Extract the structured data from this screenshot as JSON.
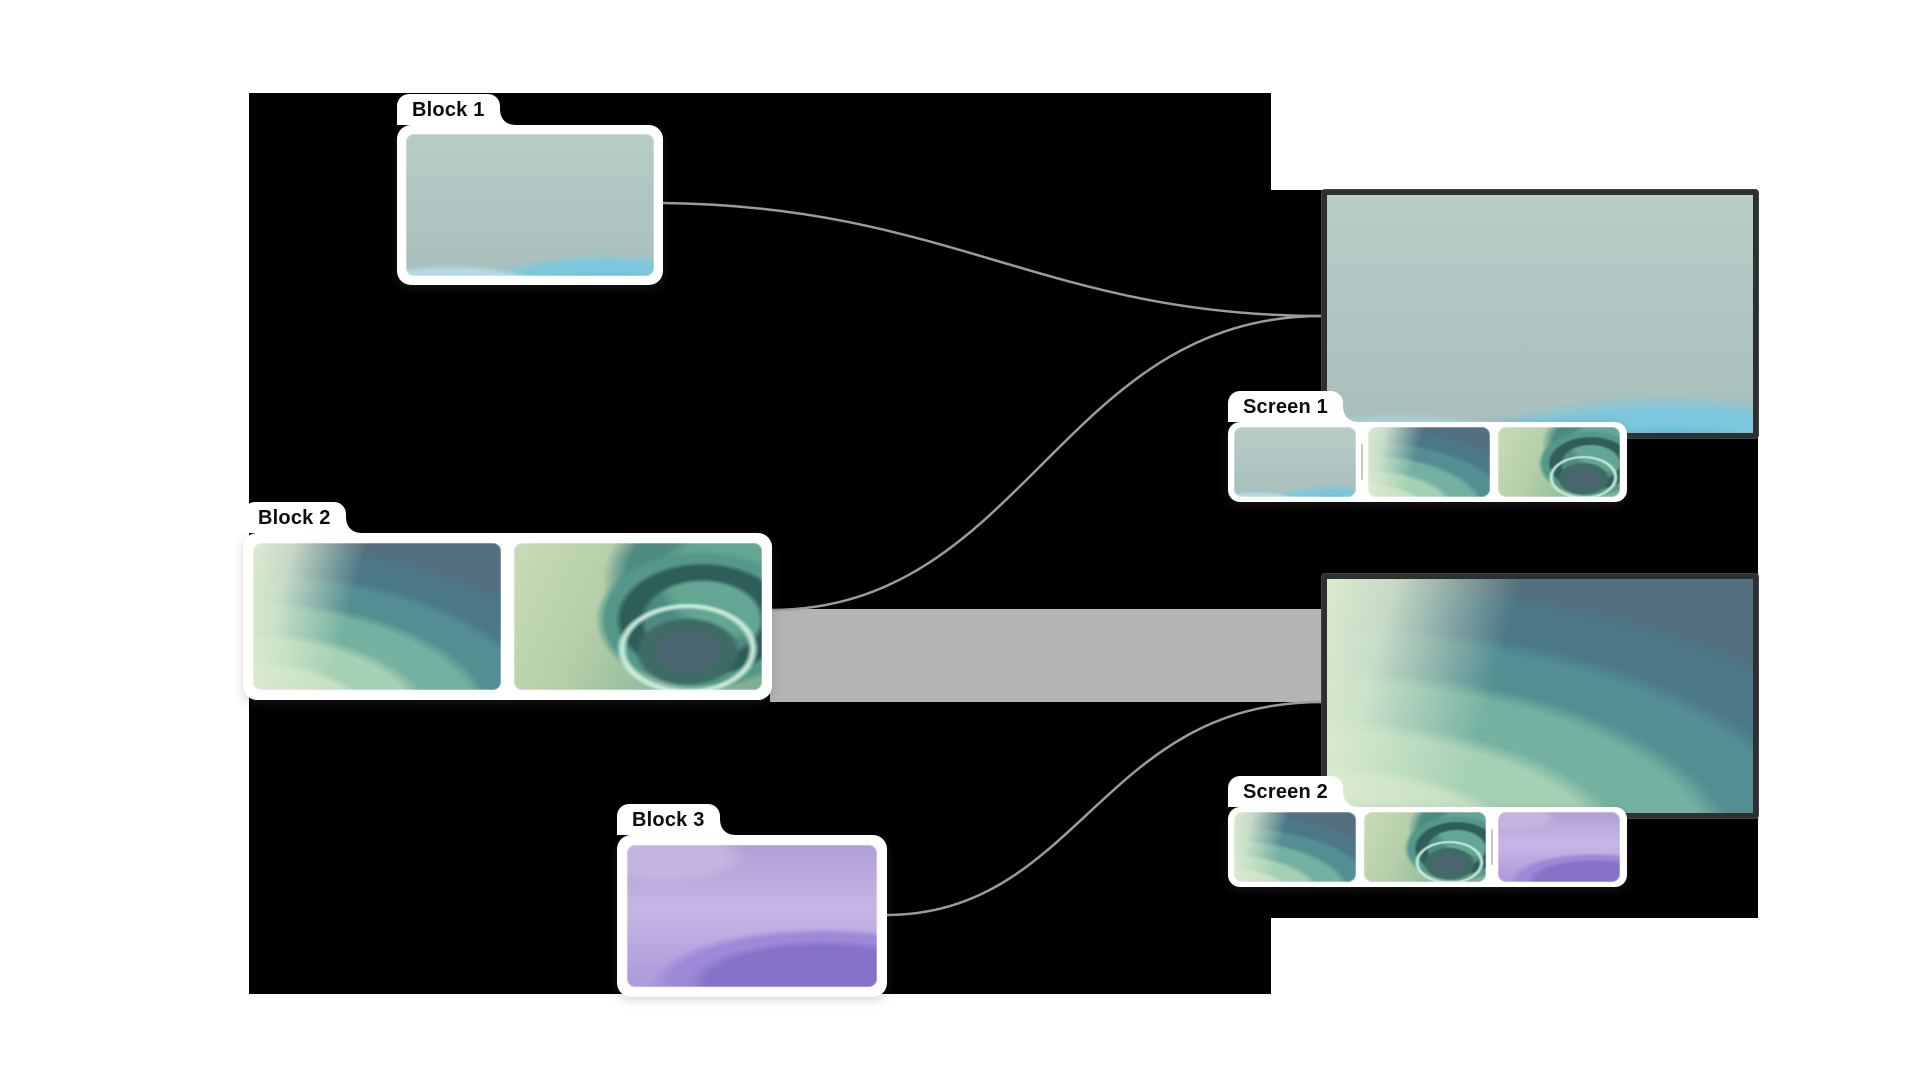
{
  "diagram": {
    "blocks": [
      {
        "label": "Block 1",
        "wallpapers": [
          "teal-wave"
        ]
      },
      {
        "label": "Block 2",
        "wallpapers": [
          "green-fan",
          "green-swirl"
        ]
      },
      {
        "label": "Block 3",
        "wallpapers": [
          "purple-wave"
        ]
      }
    ],
    "screens": [
      {
        "label": "Screen 1",
        "display_wallpaper": "teal-wave",
        "thumbnails": [
          "teal-wave",
          "green-fan",
          "green-swirl"
        ],
        "divider_between": [
          1,
          2
        ]
      },
      {
        "label": "Screen 2",
        "display_wallpaper": "green-fan",
        "thumbnails": [
          "green-fan",
          "green-swirl",
          "purple-wave"
        ],
        "divider_between": [
          2,
          3
        ]
      }
    ],
    "connections": [
      {
        "from": "Block 1",
        "to": "Screen 1",
        "style": "curve"
      },
      {
        "from": "Block 2",
        "to": "Screen 1",
        "style": "curve"
      },
      {
        "from": "Block 2",
        "to": "Screen 2",
        "style": "band"
      },
      {
        "from": "Block 3",
        "to": "Screen 2",
        "style": "curve"
      }
    ],
    "colors": {
      "page": "#ffffff",
      "canvas": "#000000",
      "card": "#ffffff",
      "label_text": "#0d0d0d",
      "connector_line": "#9b9b9d",
      "connector_band": "#b4b4b6",
      "monitor_bezel": "#2e2f31",
      "thumbnail_divider": "#c8c8ca"
    }
  }
}
